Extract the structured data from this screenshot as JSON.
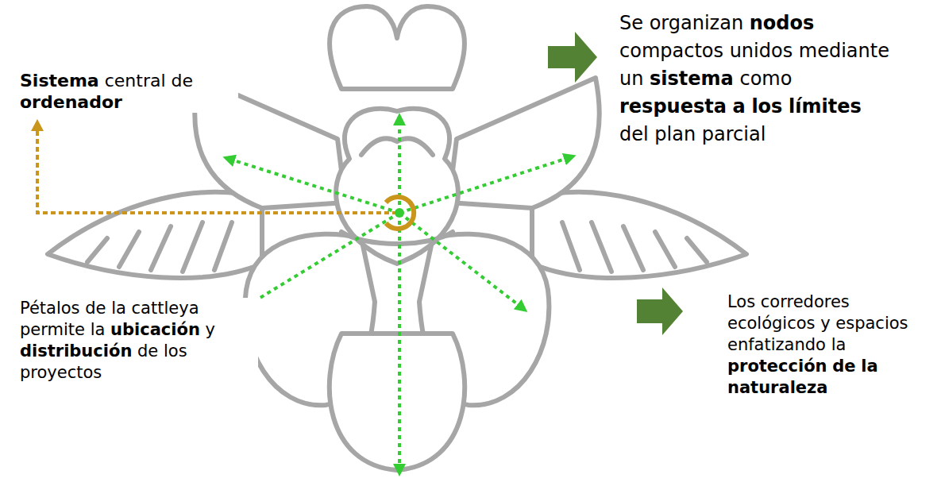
{
  "diagram": {
    "labels": [
      "Sistema central de ordenador",
      "Se organizan nodos compactos unidos mediante un sistema como respuesta a los límites del plan parcial",
      "Pétalos de la cattleya permite la ubicación y distribución de los proyectos",
      "Los corredores ecológicos y espacios enfatizando la protección de la naturaleza"
    ]
  }
}
